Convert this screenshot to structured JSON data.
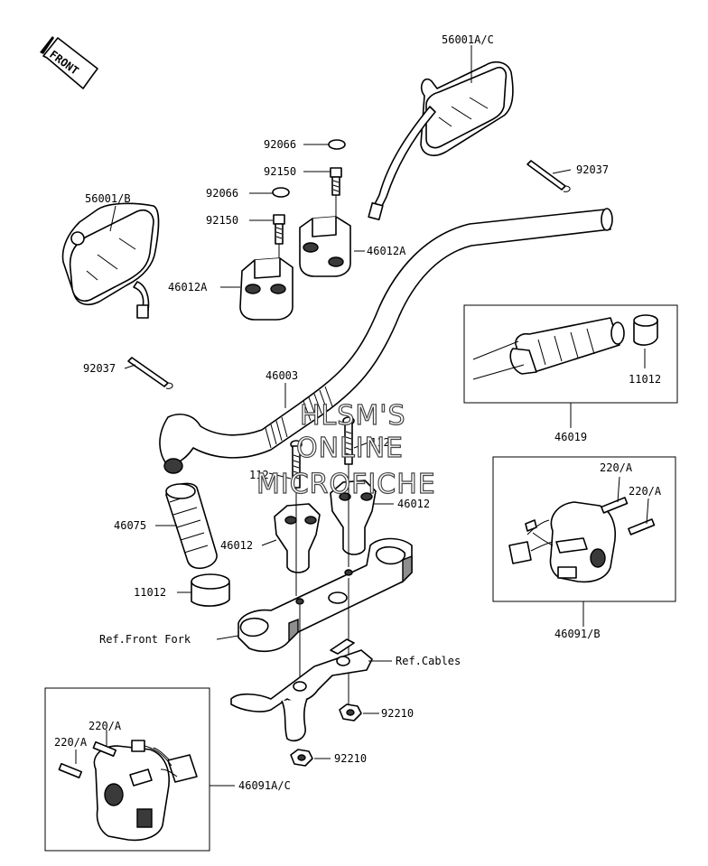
{
  "front_label": "FRONT",
  "watermark": {
    "line1": "HLSM'S",
    "line2": "ONLINE",
    "line3": "MICROFICHE"
  },
  "parts": {
    "mirror_right": "56001A/C",
    "mirror_left": "56001/B",
    "cap_upper": "92066",
    "cap_lower": "92066",
    "bolt_upper": "92150",
    "bolt_lower": "92150",
    "holder_upper_right": "46012A",
    "holder_upper_left": "46012A",
    "pin_right": "92037",
    "pin_left": "92037",
    "handlebar": "46003",
    "grip_right_weight": "11012",
    "grip_right_assy": "46019",
    "grip_left": "46075",
    "weight_left": "11012",
    "bolt_left_112": "112",
    "bolt_right_112": "112",
    "holder_lower_right": "46012",
    "holder_lower_left": "46012",
    "screw_right_1": "220/A",
    "screw_right_2": "220/A",
    "switch_right": "46091/B",
    "ref_front_fork": "Ref.Front Fork",
    "ref_cables": "Ref.Cables",
    "nut_upper": "92210",
    "nut_lower": "92210",
    "screw_left_1": "220/A",
    "screw_left_2": "220/A",
    "switch_left": "46091A/C"
  }
}
